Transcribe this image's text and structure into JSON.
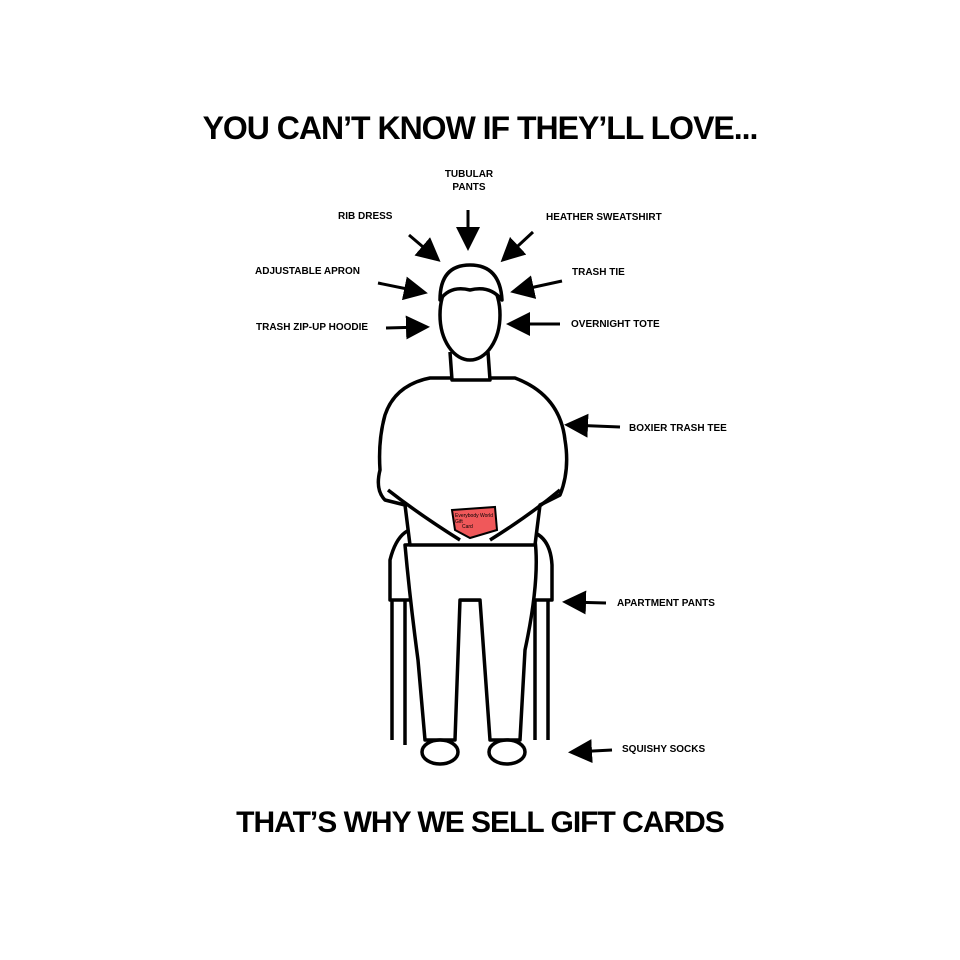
{
  "headline": "YOU CAN’T KNOW IF THEY’LL LOVE...",
  "tagline": "THAT’S WHY WE SELL GIFT CARDS",
  "labels": {
    "tubular_pants_1": "TUBULAR",
    "tubular_pants_2": "PANTS",
    "rib_dress": "RIB DRESS",
    "heather_sweatshirt": "HEATHER SWEATSHIRT",
    "adjustable_apron": "ADJUSTABLE APRON",
    "trash_tie": "TRASH TIE",
    "trash_zip_up_hoodie": "TRASH ZIP-UP HOODIE",
    "overnight_tote": "OVERNIGHT TOTE",
    "boxier_trash_tee": "BOXIER TRASH TEE",
    "apartment_pants": "APARTMENT PANTS",
    "squishy_socks": "SQUISHY SOCKS"
  },
  "gift_card": {
    "line1": "Everybody World",
    "line2": "Gift",
    "line3": "Card",
    "color": "#f0585a"
  }
}
